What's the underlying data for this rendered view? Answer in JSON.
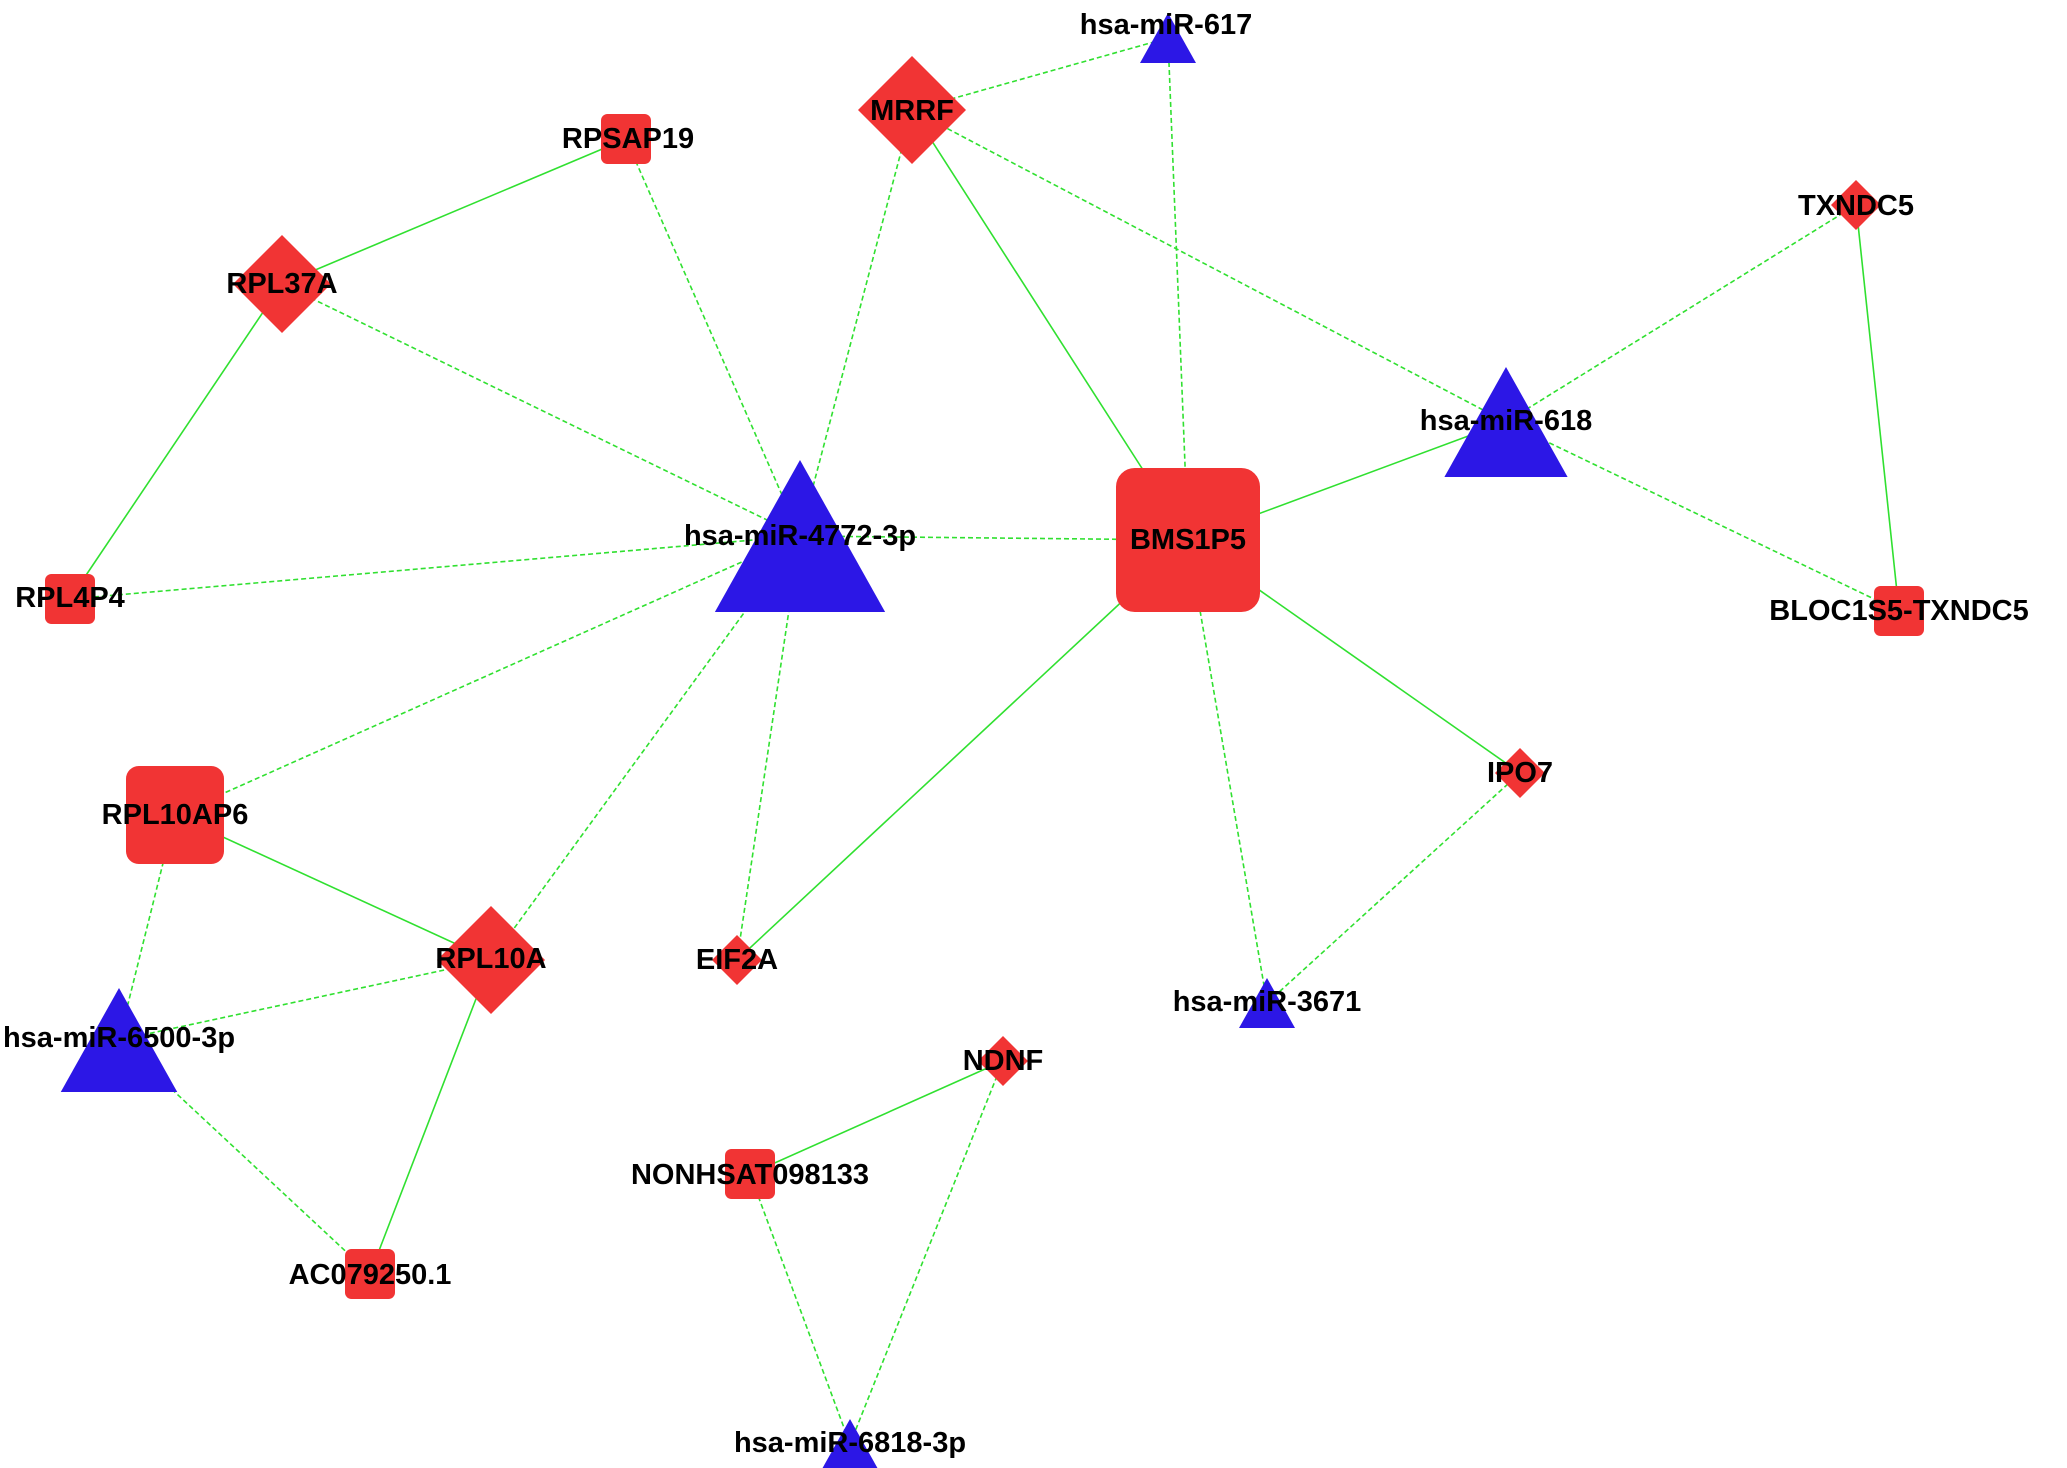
{
  "colors": {
    "gene_fill": "#f13434",
    "mirna_fill": "#2c17e6",
    "edge_solid": "#30e030",
    "edge_dashed": "#30e030",
    "background": "#ffffff"
  },
  "nodes": [
    {
      "id": "hsa-miR-617",
      "type": "mirna",
      "shape": "triangle"
    },
    {
      "id": "MRRF",
      "type": "gene",
      "shape": "diamond"
    },
    {
      "id": "RPSAP19",
      "type": "gene",
      "shape": "square"
    },
    {
      "id": "RPL37A",
      "type": "gene",
      "shape": "diamond"
    },
    {
      "id": "TXNDC5",
      "type": "gene",
      "shape": "diamond"
    },
    {
      "id": "hsa-miR-618",
      "type": "mirna",
      "shape": "triangle"
    },
    {
      "id": "hsa-miR-4772-3p",
      "type": "mirna",
      "shape": "triangle"
    },
    {
      "id": "BMS1P5",
      "type": "gene",
      "shape": "square"
    },
    {
      "id": "RPL4P4",
      "type": "gene",
      "shape": "square"
    },
    {
      "id": "BLOC1S5-TXNDC5",
      "type": "gene",
      "shape": "square"
    },
    {
      "id": "IPO7",
      "type": "gene",
      "shape": "diamond"
    },
    {
      "id": "RPL10AP6",
      "type": "gene",
      "shape": "square"
    },
    {
      "id": "RPL10A",
      "type": "gene",
      "shape": "diamond"
    },
    {
      "id": "EIF2A",
      "type": "gene",
      "shape": "diamond"
    },
    {
      "id": "hsa-miR-3671",
      "type": "mirna",
      "shape": "triangle"
    },
    {
      "id": "hsa-miR-6500-3p",
      "type": "mirna",
      "shape": "triangle"
    },
    {
      "id": "NDNF",
      "type": "gene",
      "shape": "diamond"
    },
    {
      "id": "NONHSAT098133",
      "type": "gene",
      "shape": "square"
    },
    {
      "id": "AC079250.1",
      "type": "gene",
      "shape": "square"
    },
    {
      "id": "hsa-miR-6818-3p",
      "type": "mirna",
      "shape": "triangle"
    }
  ],
  "edges": [
    {
      "source": "MRRF",
      "target": "hsa-miR-617",
      "style": "dashed"
    },
    {
      "source": "hsa-miR-617",
      "target": "BMS1P5",
      "style": "dashed"
    },
    {
      "source": "MRRF",
      "target": "BMS1P5",
      "style": "solid"
    },
    {
      "source": "MRRF",
      "target": "hsa-miR-4772-3p",
      "style": "dashed"
    },
    {
      "source": "MRRF",
      "target": "hsa-miR-618",
      "style": "dashed"
    },
    {
      "source": "RPSAP19",
      "target": "RPL37A",
      "style": "solid"
    },
    {
      "source": "RPSAP19",
      "target": "hsa-miR-4772-3p",
      "style": "dashed"
    },
    {
      "source": "RPL37A",
      "target": "hsa-miR-4772-3p",
      "style": "dashed"
    },
    {
      "source": "RPL37A",
      "target": "RPL4P4",
      "style": "solid"
    },
    {
      "source": "RPL4P4",
      "target": "hsa-miR-4772-3p",
      "style": "dashed"
    },
    {
      "source": "hsa-miR-4772-3p",
      "target": "BMS1P5",
      "style": "dashed"
    },
    {
      "source": "hsa-miR-4772-3p",
      "target": "RPL10AP6",
      "style": "dashed"
    },
    {
      "source": "hsa-miR-4772-3p",
      "target": "RPL10A",
      "style": "dashed"
    },
    {
      "source": "hsa-miR-4772-3p",
      "target": "EIF2A",
      "style": "dashed"
    },
    {
      "source": "BMS1P5",
      "target": "hsa-miR-618",
      "style": "solid"
    },
    {
      "source": "BMS1P5",
      "target": "EIF2A",
      "style": "solid"
    },
    {
      "source": "BMS1P5",
      "target": "IPO7",
      "style": "solid"
    },
    {
      "source": "BMS1P5",
      "target": "hsa-miR-3671",
      "style": "dashed"
    },
    {
      "source": "hsa-miR-618",
      "target": "TXNDC5",
      "style": "dashed"
    },
    {
      "source": "hsa-miR-618",
      "target": "BLOC1S5-TXNDC5",
      "style": "dashed"
    },
    {
      "source": "TXNDC5",
      "target": "BLOC1S5-TXNDC5",
      "style": "solid"
    },
    {
      "source": "IPO7",
      "target": "hsa-miR-3671",
      "style": "dashed"
    },
    {
      "source": "RPL10AP6",
      "target": "RPL10A",
      "style": "solid"
    },
    {
      "source": "RPL10AP6",
      "target": "hsa-miR-6500-3p",
      "style": "dashed"
    },
    {
      "source": "RPL10A",
      "target": "hsa-miR-6500-3p",
      "style": "dashed"
    },
    {
      "source": "RPL10A",
      "target": "AC079250.1",
      "style": "solid"
    },
    {
      "source": "hsa-miR-6500-3p",
      "target": "AC079250.1",
      "style": "dashed"
    },
    {
      "source": "NDNF",
      "target": "NONHSAT098133",
      "style": "solid"
    },
    {
      "source": "NDNF",
      "target": "hsa-miR-6818-3p",
      "style": "dashed"
    },
    {
      "source": "NONHSAT098133",
      "target": "hsa-miR-6818-3p",
      "style": "dashed"
    }
  ]
}
